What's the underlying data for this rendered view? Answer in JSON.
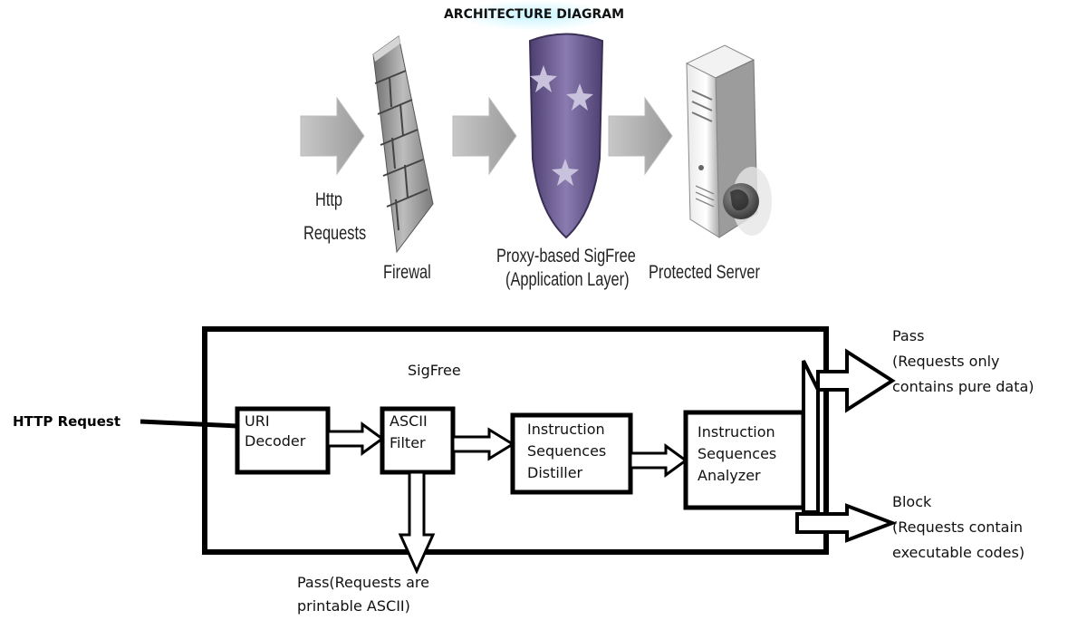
{
  "title": "ARCHITECTURE DIAGRAM",
  "top_diagram": {
    "http_label_1": "Http",
    "http_label_2": "Requests",
    "firewall_label": "Firewal",
    "proxy_label_1": "Proxy-based SigFree",
    "proxy_label_2": "(Application Layer)",
    "server_label": "Protected Server",
    "icons": [
      "arrow-right-icon",
      "firewall-brick-wall-icon",
      "shield-stars-icon",
      "server-tower-icon",
      "globe-icon"
    ]
  },
  "bottom_diagram": {
    "sigfree_label": "SigFree",
    "http_request": "HTTP Request",
    "boxes": [
      {
        "line1": "URI",
        "line2": "Decoder",
        "line3": ""
      },
      {
        "line1": "ASCII",
        "line2": "Filter",
        "line3": ""
      },
      {
        "line1": "Instruction",
        "line2": "Sequences",
        "line3": "Distiller"
      },
      {
        "line1": "Instruction",
        "line2": "Sequences",
        "line3": "Analyzer"
      }
    ],
    "pass_top": {
      "line1": "Pass",
      "line2": "(Requests only",
      "line3": "contains pure data)"
    },
    "block": {
      "line1": "Block",
      "line2": "(Requests contain",
      "line3": "executable codes)"
    },
    "pass_bottom": {
      "line1": "Pass(Requests are",
      "line2": "printable ASCII)"
    }
  },
  "colors": {
    "arrow_gray": "#a8a8a8",
    "shield_purple": "#6a5a8e",
    "firewall_gray": "#8a8a8a",
    "server_gray": "#b8b8b8"
  }
}
